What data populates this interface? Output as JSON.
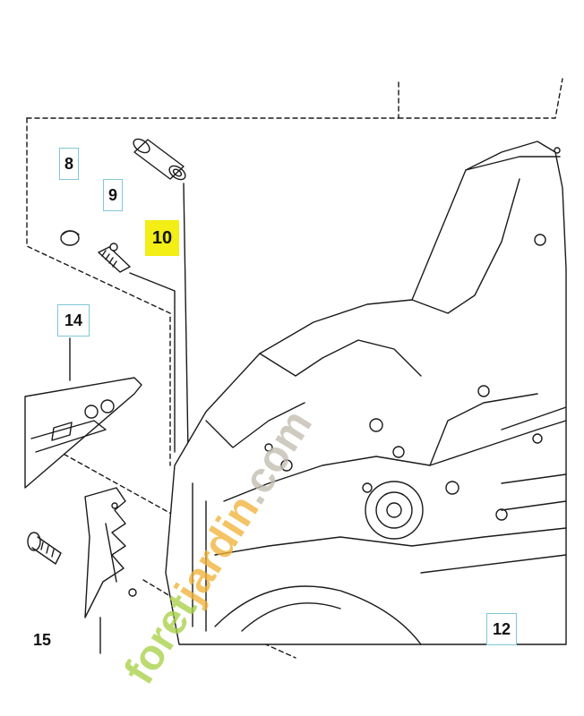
{
  "parts": {
    "p8": "8",
    "p9": "9",
    "p10": "10",
    "p14": "14",
    "p15": "15",
    "p12": "12"
  },
  "watermark": {
    "part1": "foret",
    "part2": "jardin",
    "part3": ".com",
    "color1": "#a8d24a",
    "color2": "#f2b33a",
    "color3": "#c4bdb0"
  },
  "colors": {
    "line": "#1a1a1a",
    "highlight": "#f2ee16",
    "label_border": "#7fc8d6"
  }
}
